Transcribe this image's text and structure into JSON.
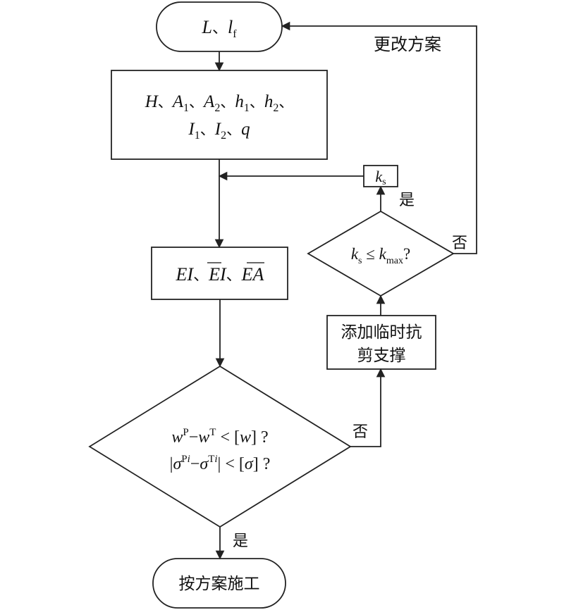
{
  "nodes": {
    "start": {
      "L": "L",
      "sep": "、",
      "l": "l",
      "l_sub": "f"
    },
    "params": {
      "line1": [
        {
          "t": "H",
          "i": true
        },
        {
          "t": "、"
        },
        {
          "t": "A",
          "i": true
        },
        {
          "t": "1",
          "sub": true
        },
        {
          "t": "、"
        },
        {
          "t": "A",
          "i": true
        },
        {
          "t": "2",
          "sub": true
        },
        {
          "t": "、"
        },
        {
          "t": "h",
          "i": true
        },
        {
          "t": "1",
          "sub": true
        },
        {
          "t": "、"
        },
        {
          "t": "h",
          "i": true
        },
        {
          "t": "2",
          "sub": true
        },
        {
          "t": "、"
        }
      ],
      "line2": [
        {
          "t": "I",
          "i": true
        },
        {
          "t": "1",
          "sub": true
        },
        {
          "t": "、"
        },
        {
          "t": "I",
          "i": true
        },
        {
          "t": "2",
          "sub": true
        },
        {
          "t": "、"
        },
        {
          "t": "q",
          "i": true
        }
      ]
    },
    "stiffness": {
      "ei": "EI",
      "sep1": "、",
      "ei_bar": "EI",
      "sep2": "、",
      "ea_bar": "EA"
    },
    "check": {
      "line1": [
        {
          "t": "w",
          "i": true
        },
        {
          "t": "P",
          "sup": true
        },
        {
          "t": "−"
        },
        {
          "t": "w",
          "i": true
        },
        {
          "t": "T",
          "sup": true
        },
        {
          "t": " < ["
        },
        {
          "t": "w",
          "i": true
        },
        {
          "t": "] ?"
        }
      ],
      "line2": [
        {
          "t": "|"
        },
        {
          "t": "σ",
          "i": true
        },
        {
          "t": "P",
          "sup": true
        },
        {
          "t": "i",
          "sup": true,
          "i": true
        },
        {
          "t": "−"
        },
        {
          "t": "σ",
          "i": true
        },
        {
          "t": "T",
          "sup": true
        },
        {
          "t": "i",
          "sup": true,
          "i": true
        },
        {
          "t": "| < ["
        },
        {
          "t": "σ",
          "i": true
        },
        {
          "t": "] ?"
        }
      ]
    },
    "add_support": {
      "line1": "添加临时抗",
      "line2": "剪支撑"
    },
    "ks_check": {
      "line": [
        {
          "t": "k",
          "i": true
        },
        {
          "t": "s",
          "sub": true
        },
        {
          "t": " ≤ "
        },
        {
          "t": "k",
          "i": true
        },
        {
          "t": "max",
          "sub": true
        },
        {
          "t": "?"
        }
      ]
    },
    "ks_box": {
      "k": "k",
      "sub": "s"
    },
    "end": {
      "label": "按方案施工"
    }
  },
  "edge_labels": {
    "yes_ks": "是",
    "no_ks": "否",
    "no_check": "否",
    "yes_check": "是",
    "change_plan": "更改方案"
  }
}
